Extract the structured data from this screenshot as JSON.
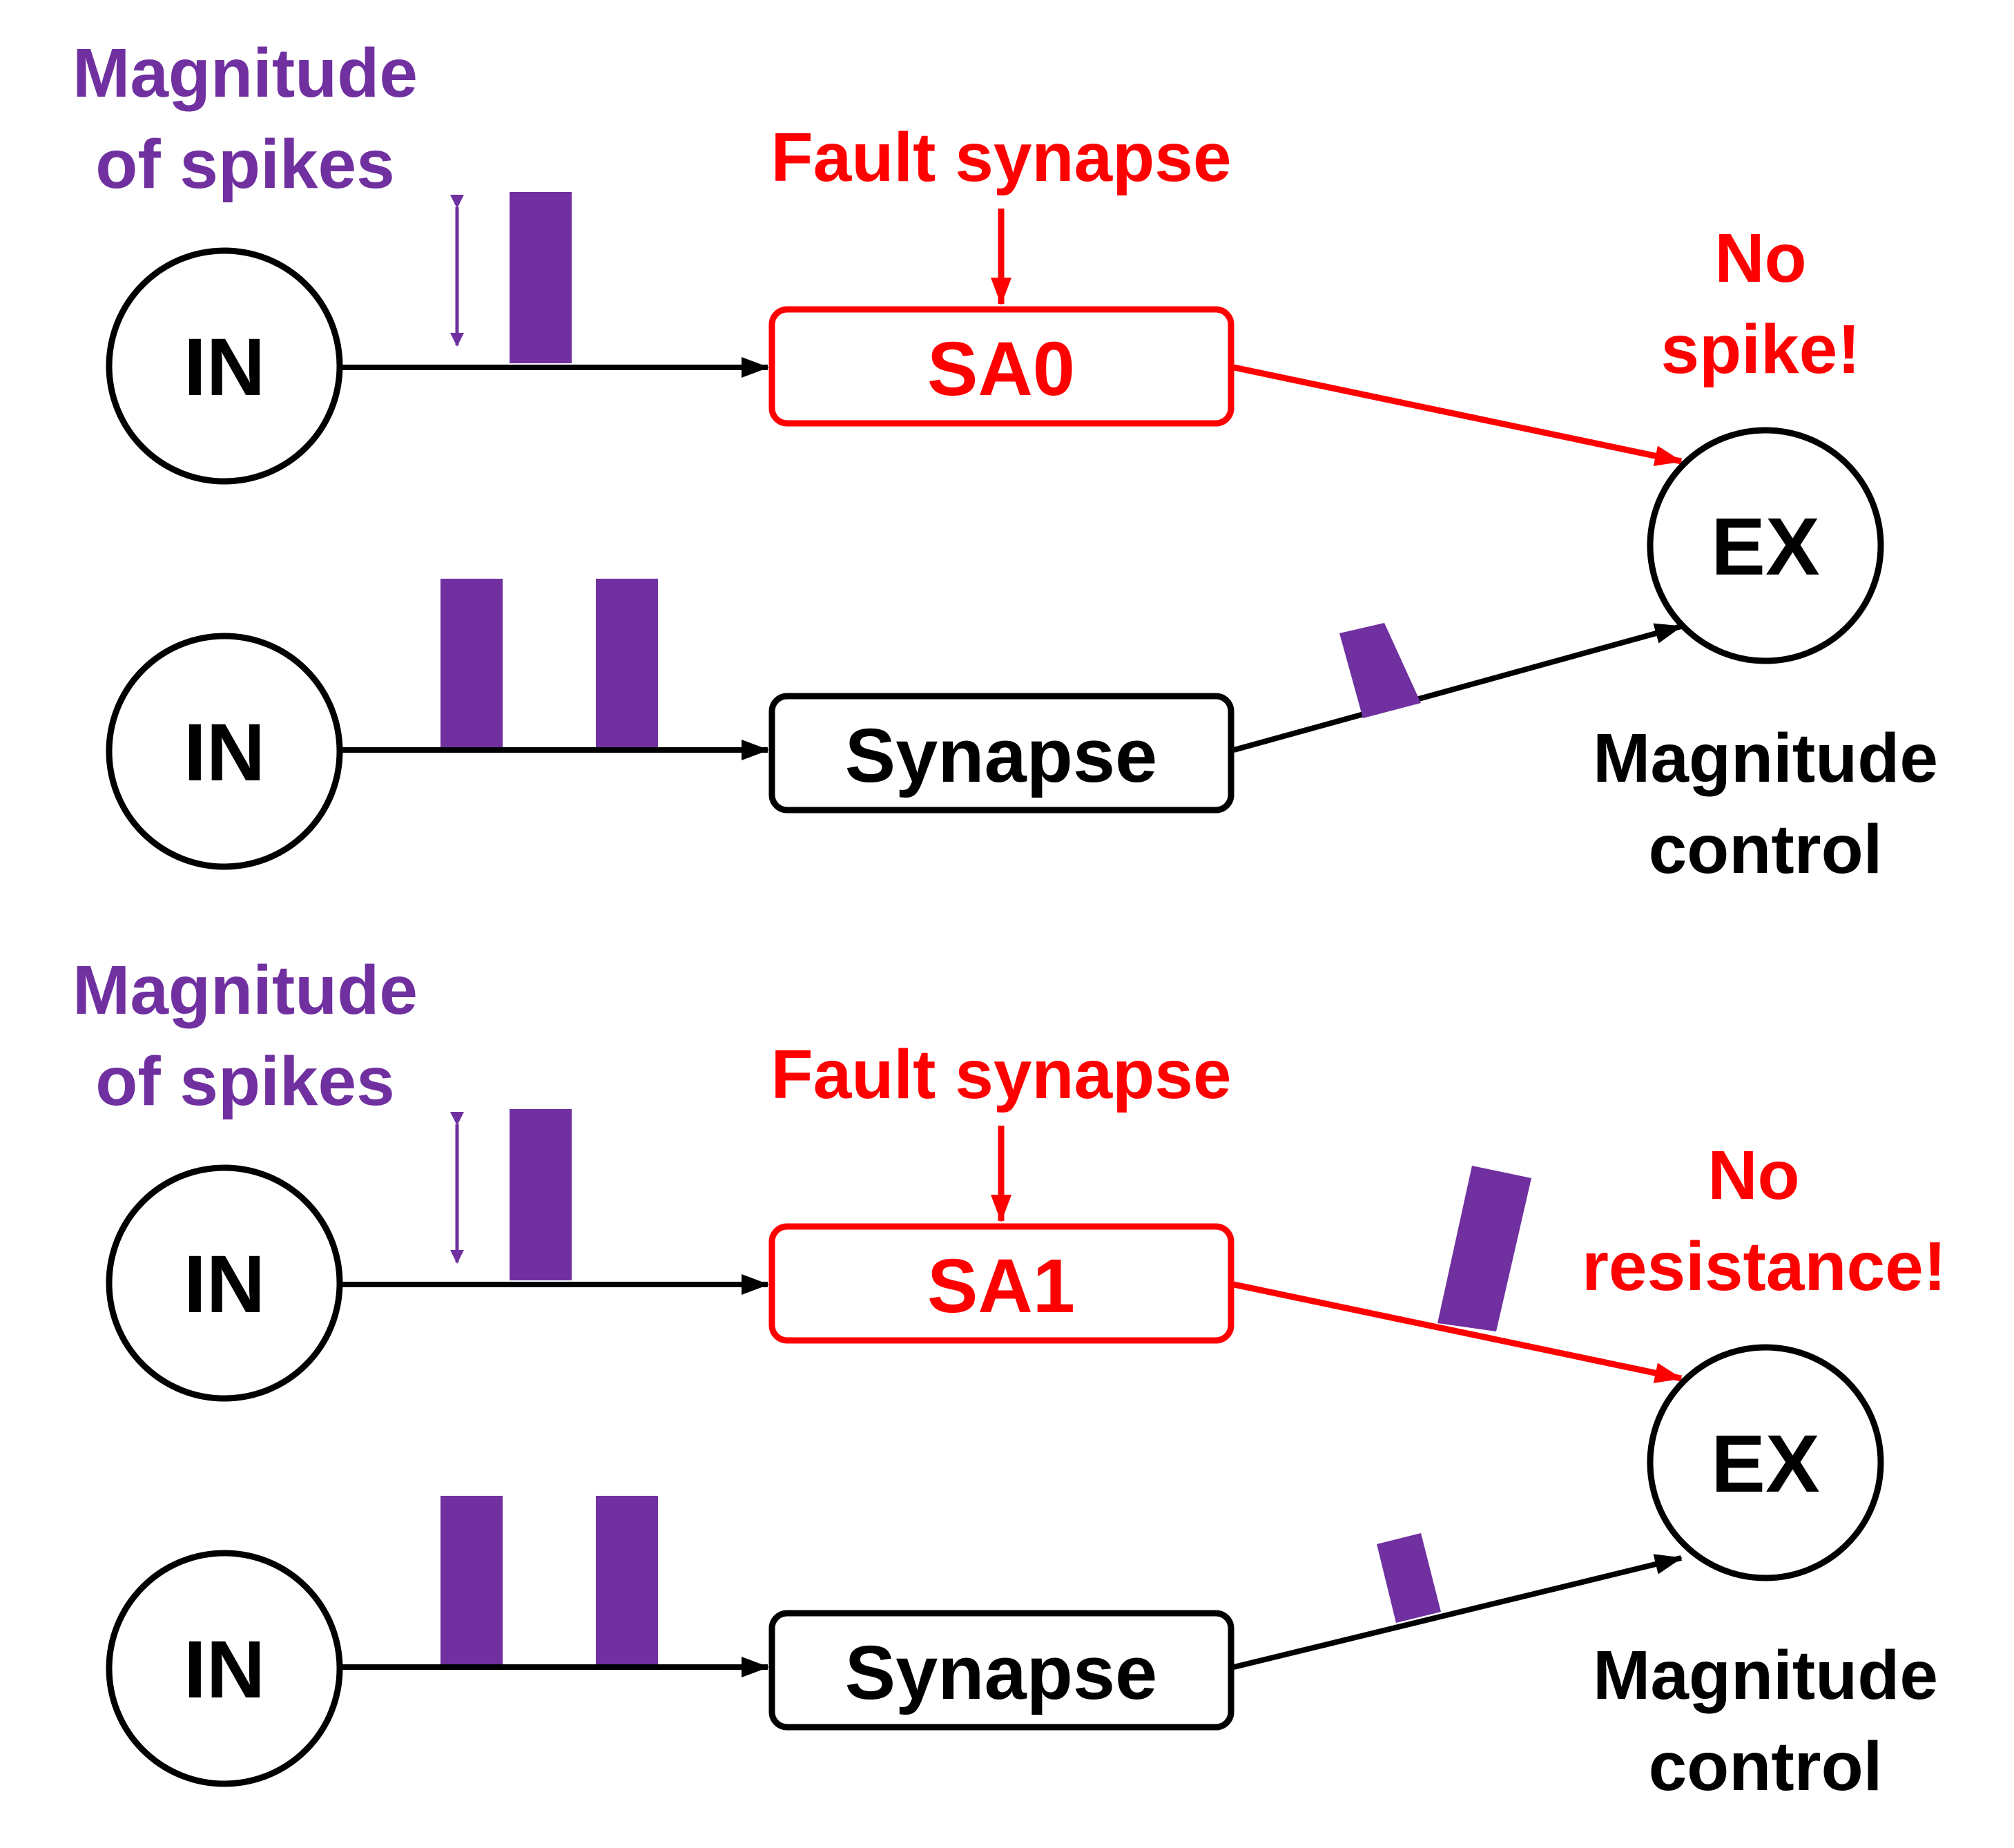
{
  "colors": {
    "spike": "#7030a0",
    "fault": "#ff0000",
    "normal": "#000000"
  },
  "panels": [
    {
      "magnitude_label": [
        "Magnitude",
        "of spikes"
      ],
      "fault_label": "Fault synapse",
      "fault_box": "SA0",
      "normal_box": "Synapse",
      "input_node": "IN",
      "output_node": "EX",
      "status_label": [
        "No",
        "spike!"
      ],
      "control_label": [
        "Magnitude",
        "control"
      ]
    },
    {
      "magnitude_label": [
        "Magnitude",
        "of spikes"
      ],
      "fault_label": "Fault synapse",
      "fault_box": "SA1",
      "normal_box": "Synapse",
      "input_node": "IN",
      "output_node": "EX",
      "status_label": [
        "No",
        "resistance!"
      ],
      "control_label": [
        "Magnitude",
        "control"
      ]
    }
  ]
}
